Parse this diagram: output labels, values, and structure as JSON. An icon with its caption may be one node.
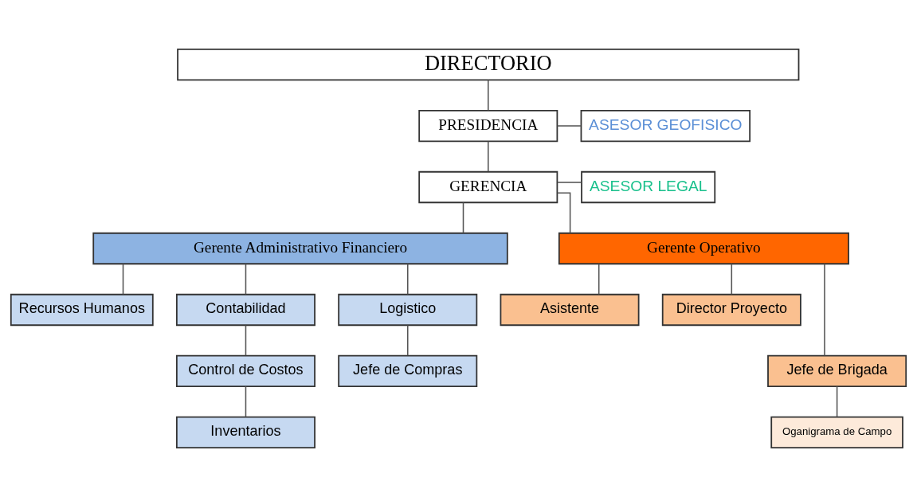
{
  "diagram": {
    "nodes": [
      {
        "text": [
          "DIRECTORIO"
        ]
      },
      {
        "text": [
          "PRESIDENCIA"
        ]
      },
      {
        "text": [
          "ASESOR GEOFISICO"
        ]
      },
      {
        "text": [
          "GERENCIA"
        ]
      },
      {
        "text": [
          "ASESOR LEGAL"
        ]
      },
      {
        "text": [
          "Gerente Administrativo Financiero"
        ]
      },
      {
        "text": [
          "Gerente Operativo"
        ]
      },
      {
        "text": [
          "Recursos Humanos"
        ]
      },
      {
        "text": [
          "Contabilidad"
        ]
      },
      {
        "text": [
          "Logistico"
        ]
      },
      {
        "text": [
          "Asistente"
        ]
      },
      {
        "text": [
          "Director Proyecto"
        ]
      },
      {
        "text": [
          "Control de Costos"
        ]
      },
      {
        "text": [
          "Jefe de Compras"
        ]
      },
      {
        "text": [
          "Jefe de Brigada"
        ]
      },
      {
        "text": [
          "Inventarios"
        ]
      },
      {
        "text": [
          "Oganigrama de Campo"
        ]
      }
    ],
    "edges": [
      {
        "from": 0,
        "to": 1,
        "arrow": "none"
      },
      {
        "from": 1,
        "to": 2,
        "arrow": "none"
      },
      {
        "from": 1,
        "to": 3,
        "arrow": "none"
      },
      {
        "from": 3,
        "to": 4,
        "arrow": "none"
      },
      {
        "from": 3,
        "to": 5,
        "arrow": "none"
      },
      {
        "from": 3,
        "to": 6,
        "arrow": "none"
      },
      {
        "from": 5,
        "to": 7,
        "arrow": "none"
      },
      {
        "from": 5,
        "to": 8,
        "arrow": "none"
      },
      {
        "from": 5,
        "to": 9,
        "arrow": "none"
      },
      {
        "from": 6,
        "to": 10,
        "arrow": "none"
      },
      {
        "from": 6,
        "to": 14,
        "arrow": "none"
      },
      {
        "from": 6,
        "to": 11,
        "arrow": "none"
      },
      {
        "from": 8,
        "to": 12,
        "arrow": "none"
      },
      {
        "from": 9,
        "to": 13,
        "arrow": "none"
      },
      {
        "from": 12,
        "to": 15,
        "arrow": "none"
      },
      {
        "from": 14,
        "to": 16,
        "arrow": "none"
      }
    ]
  }
}
